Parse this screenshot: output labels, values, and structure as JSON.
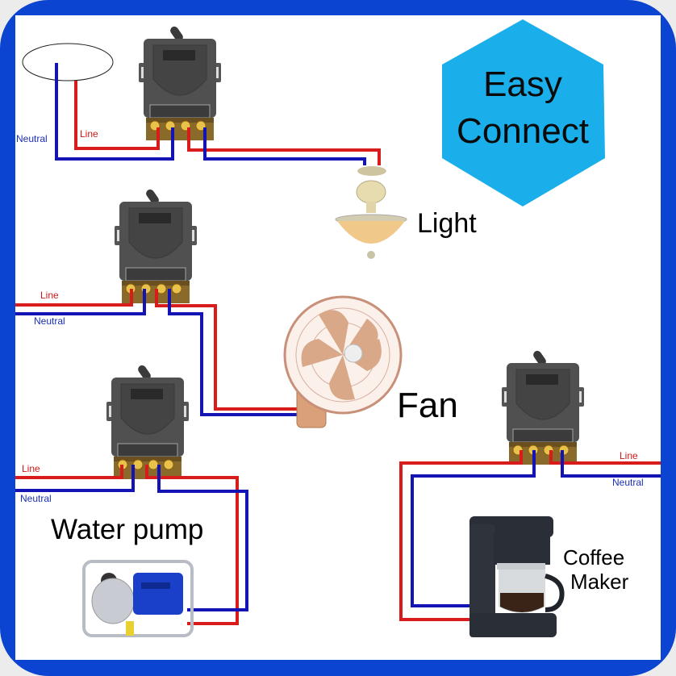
{
  "badge": {
    "line1": "Easy",
    "line2": "Connect",
    "color": "#1aaeea"
  },
  "wire_colors": {
    "line": "#d81c1c",
    "neutral": "#1414b4"
  },
  "wire_labels": {
    "line": "Line",
    "neutral": "Neutral"
  },
  "appliances": [
    {
      "id": "light",
      "label": "Light"
    },
    {
      "id": "fan",
      "label": "Fan"
    },
    {
      "id": "water-pump",
      "label": "Water pump"
    },
    {
      "id": "coffee-maker",
      "label_line1": "Coffee",
      "label_line2": "Maker"
    }
  ],
  "switches": [
    {
      "id": "switch-light",
      "controls": "Light"
    },
    {
      "id": "switch-fan",
      "controls": "Fan"
    },
    {
      "id": "switch-pump",
      "controls": "Water pump"
    },
    {
      "id": "switch-coffee",
      "controls": "Coffee Maker"
    }
  ]
}
